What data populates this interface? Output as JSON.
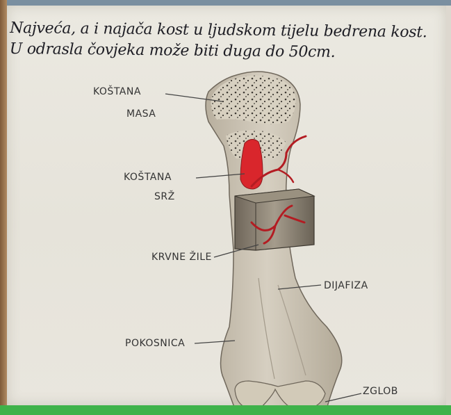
{
  "heading": {
    "line1": "Najveća, a i najača kost u ljudskom tijelu bedrena kost.",
    "line2": "U odrasla čovjeka može biti duga do 50cm."
  },
  "labels": {
    "kostana_masa_1": "KOŠTANA",
    "kostana_masa_2": "MASA",
    "kostana_srz_1": "KOŠTANA",
    "kostana_srz_2": "SRŽ",
    "krvne_zile": "KRVNE ŽILE",
    "dijafiza": "DIJAFIZA",
    "pokosnica": "POKOSNICA",
    "zglob": "ZGLOB"
  },
  "colors": {
    "paper": "#e9e6de",
    "bone_fill": "#cdc4b4",
    "marrow_red": "#d9262c",
    "ink": "#1d1d24",
    "green_band": "#3fb24a"
  }
}
